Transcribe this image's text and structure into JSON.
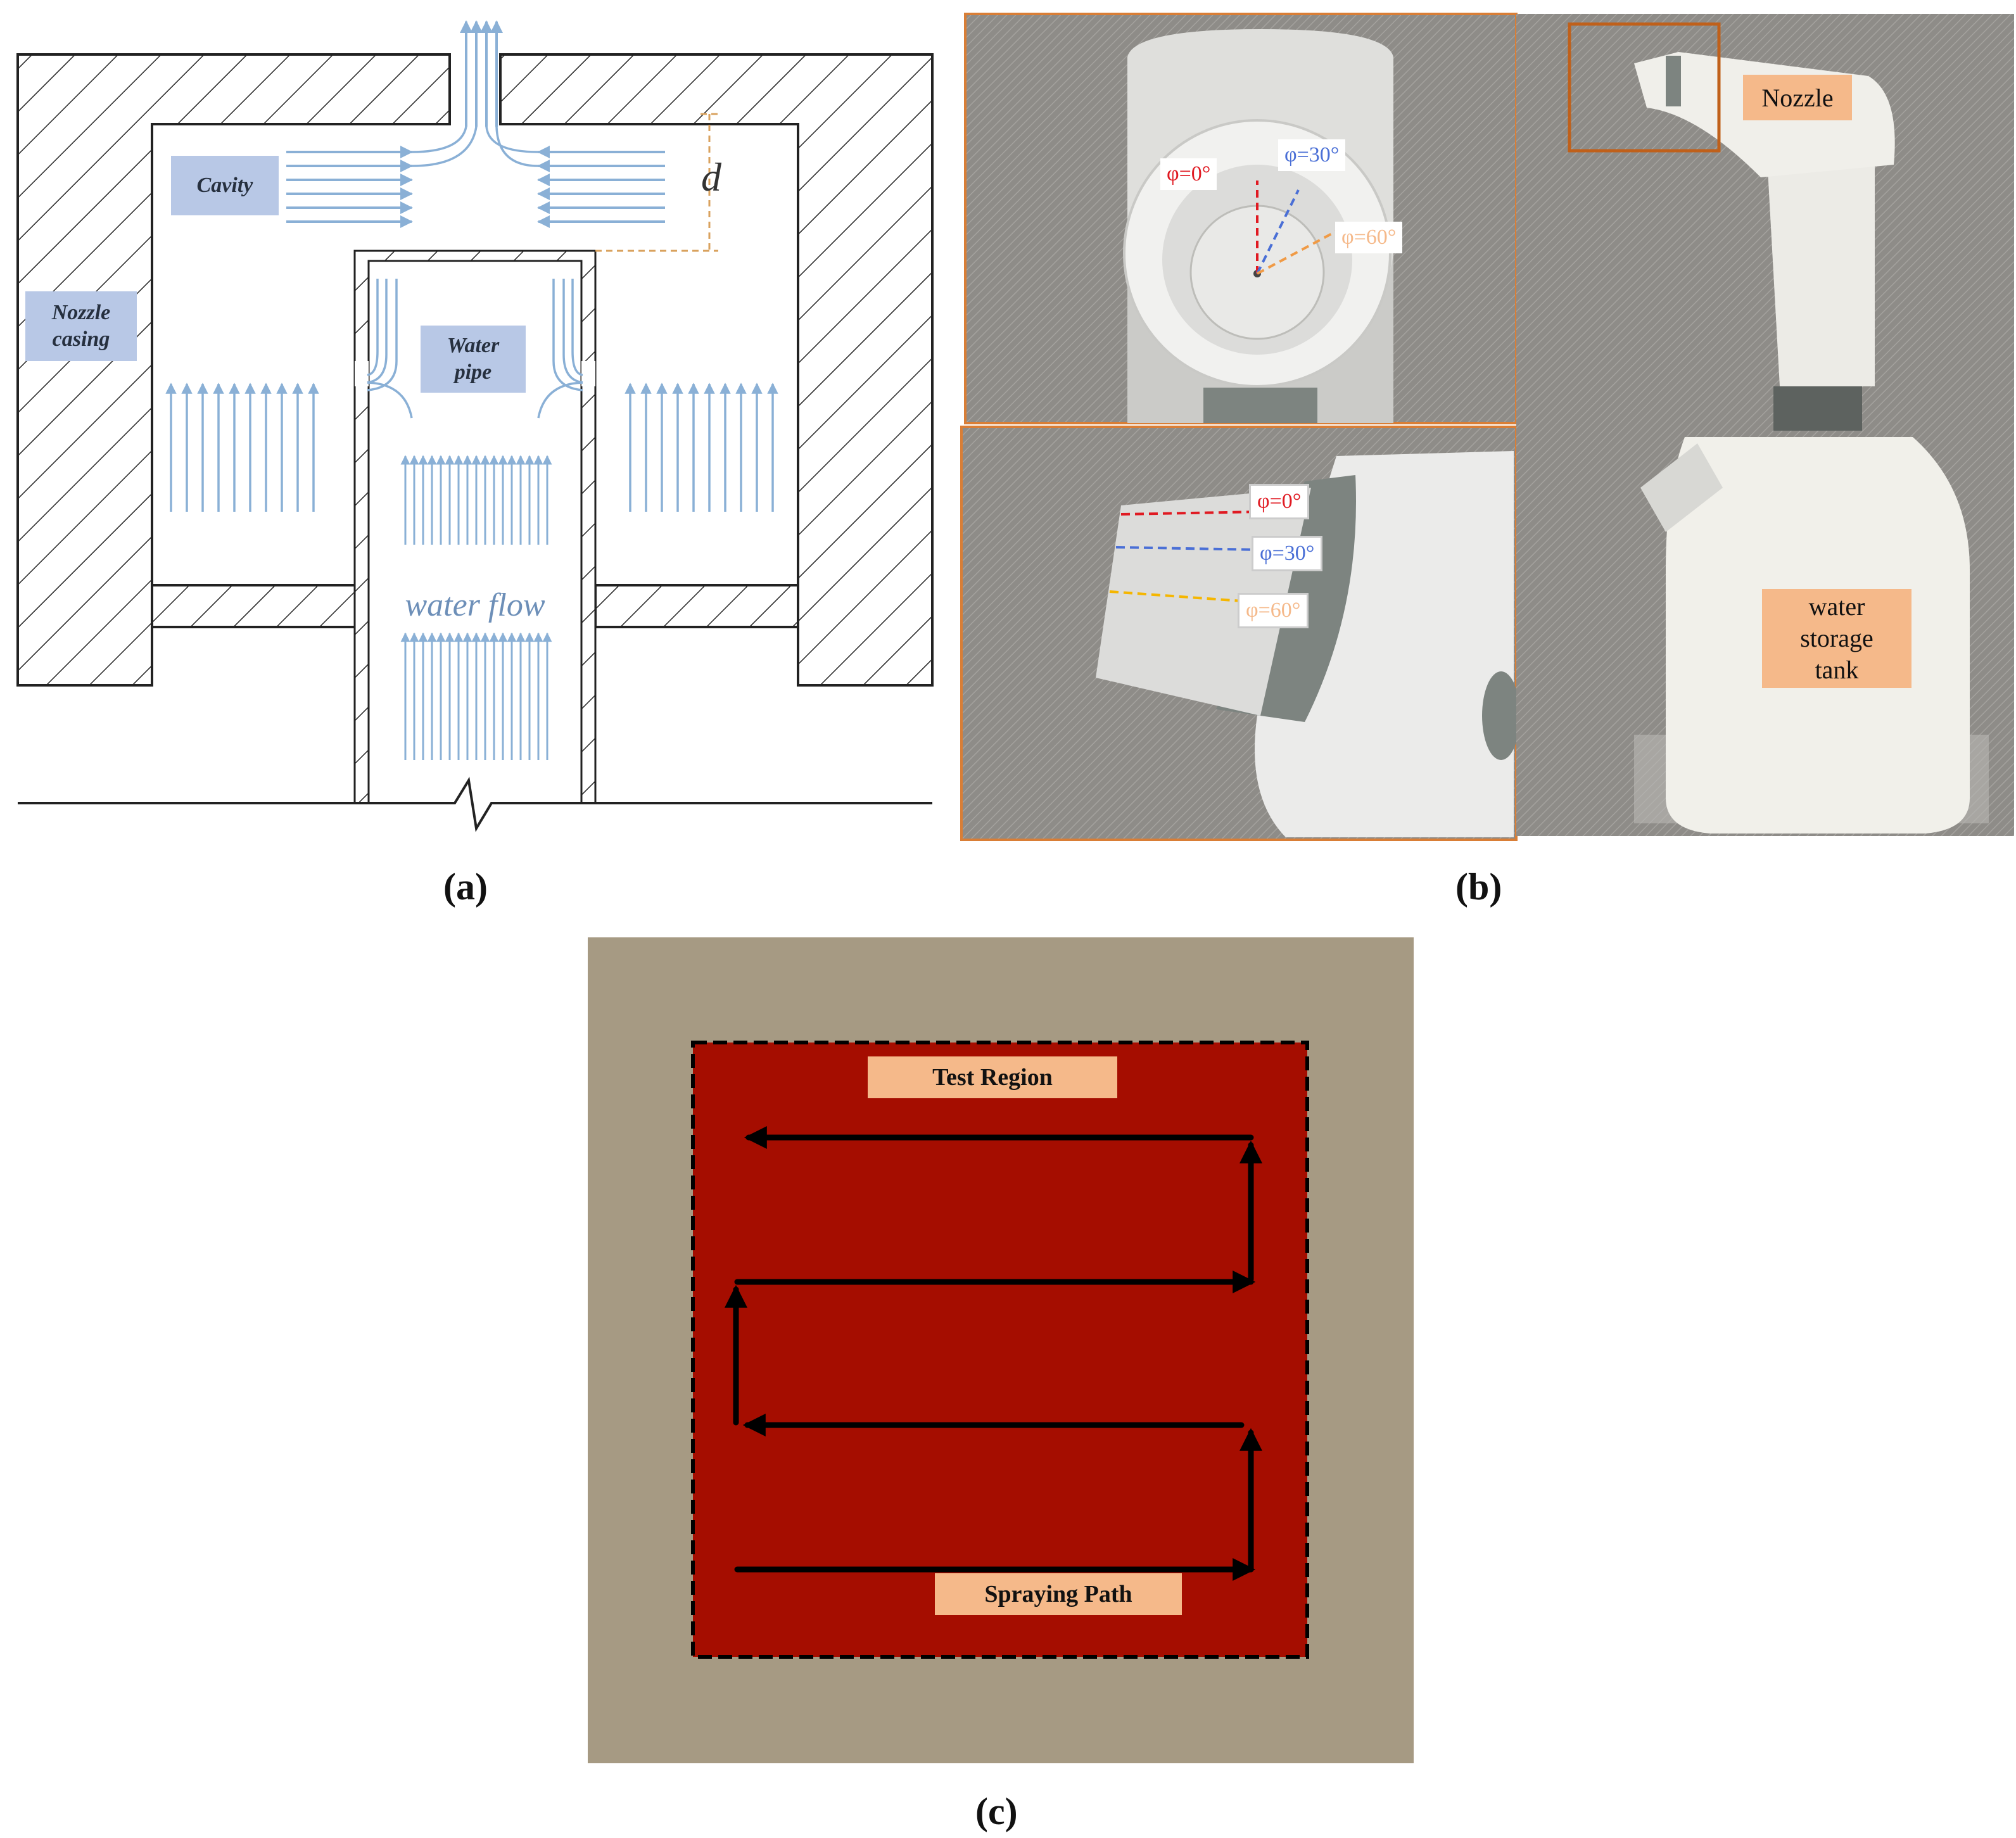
{
  "panel_a": {
    "caption": "(a)",
    "labels": {
      "cavity": "Cavity",
      "nozzle_casing": "Nozzle casing",
      "water_pipe": "Water pipe",
      "water_flow": "water flow",
      "d": "d"
    }
  },
  "panel_b": {
    "caption": "(b)",
    "angles": [
      "φ=0°",
      "φ=30°",
      "φ=60°"
    ],
    "labels": {
      "nozzle": "Nozzle",
      "tank": "water storage tank"
    },
    "colors": {
      "frame": "#d97e36",
      "angle0": "#e01a22",
      "angle30": "#4a6fd6",
      "angle60": "#f09a45"
    }
  },
  "panel_c": {
    "caption": "(c)",
    "labels": {
      "test_region": "Test Region",
      "spraying_path": "Spraying Path"
    },
    "colors": {
      "background": "#a69a83",
      "region": "#a50d00",
      "label": "#f5b98a"
    }
  }
}
